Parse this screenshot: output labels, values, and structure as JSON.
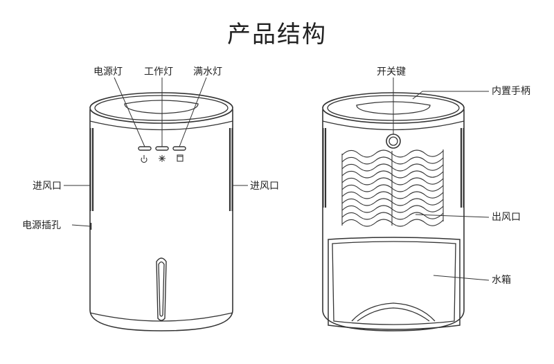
{
  "title": "产品结构",
  "labels": {
    "power_light": "电源灯",
    "work_light": "工作灯",
    "full_water_light": "满水灯",
    "air_inlet_left": "进风口",
    "air_inlet_right": "进风口",
    "power_jack": "电源插孔",
    "switch_key": "开关键",
    "builtin_handle": "内置手柄",
    "air_outlet": "出风口",
    "water_tank": "水箱"
  }
}
